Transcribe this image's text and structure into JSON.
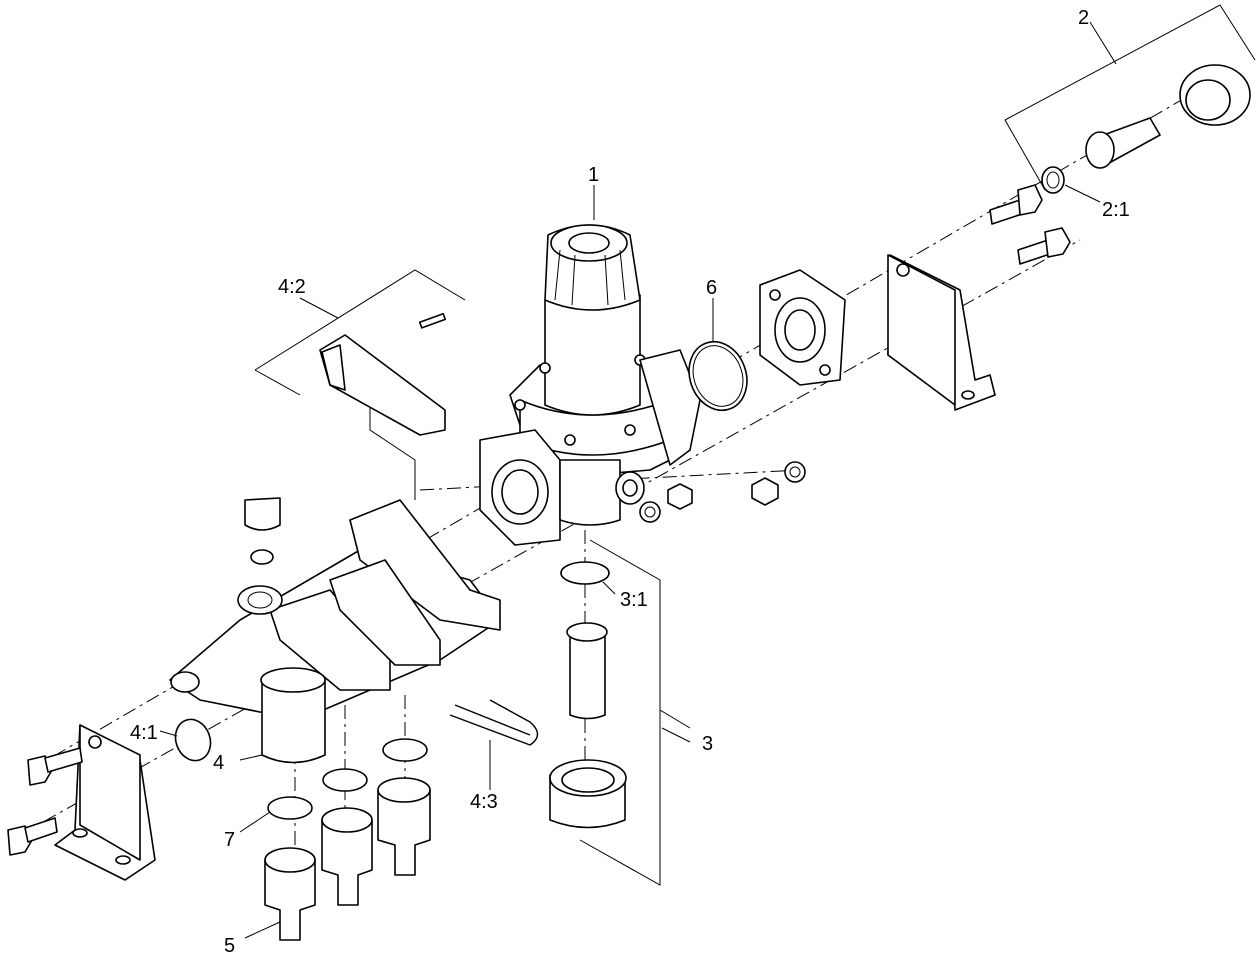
{
  "callouts": {
    "c1": "1",
    "c2": "2",
    "c2_1": "2:1",
    "c3": "3",
    "c3_1": "3:1",
    "c4": "4",
    "c4_1": "4:1",
    "c4_2": "4:2",
    "c4_3": "4:3",
    "c5": "5",
    "c6": "6",
    "c7": "7"
  }
}
